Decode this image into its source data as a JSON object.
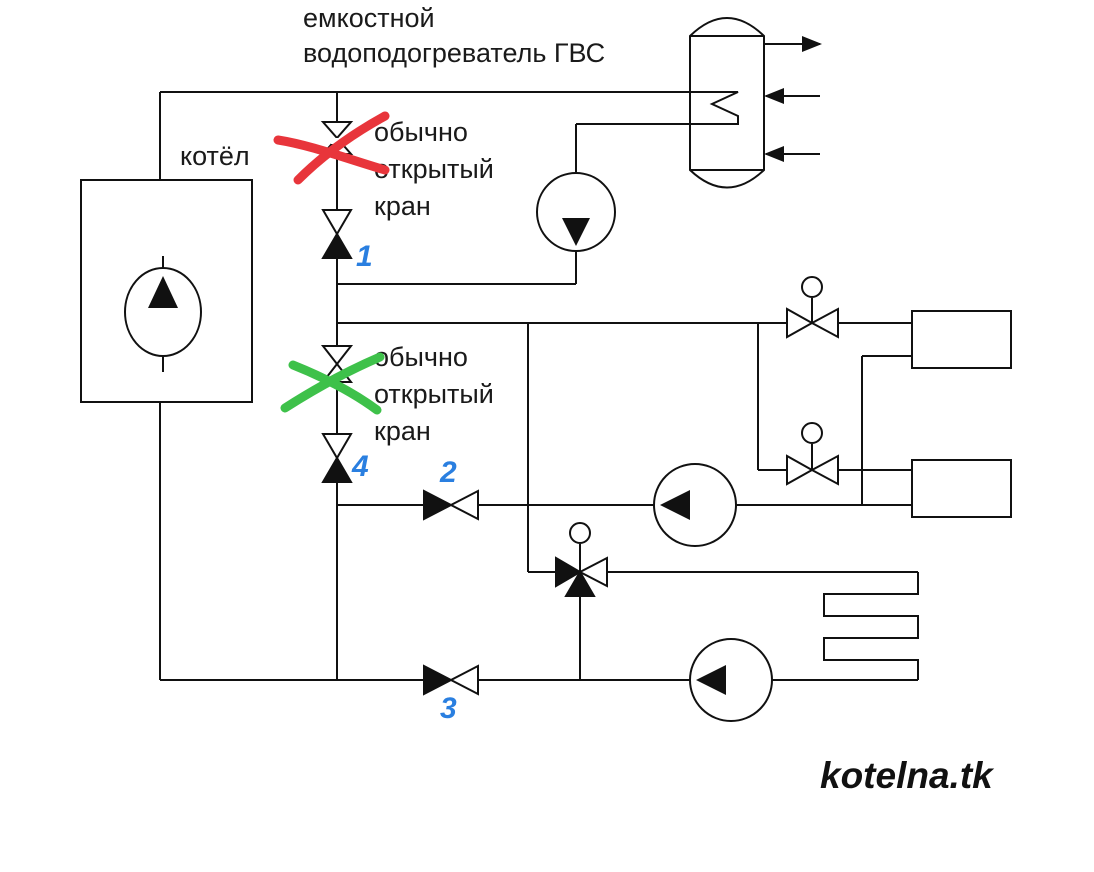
{
  "labels": {
    "heater_line1": "емкостной",
    "heater_line2": "водоподогреватель ГВС",
    "boiler": "котёл",
    "valve_a_line1": "обычно",
    "valve_a_line2": "открытый",
    "valve_a_line3": "кран",
    "valve_b_line1": "обычно",
    "valve_b_line2": "открытый",
    "valve_b_line3": "кран"
  },
  "numbers": {
    "n1": "1",
    "n2": "2",
    "n3": "3",
    "n4": "4"
  },
  "brand": "kotelna.tk",
  "colors": {
    "line": "#111111",
    "red_cross": "#e8353b",
    "green_cross": "#3ec14a",
    "number": "#2a7fe0"
  }
}
